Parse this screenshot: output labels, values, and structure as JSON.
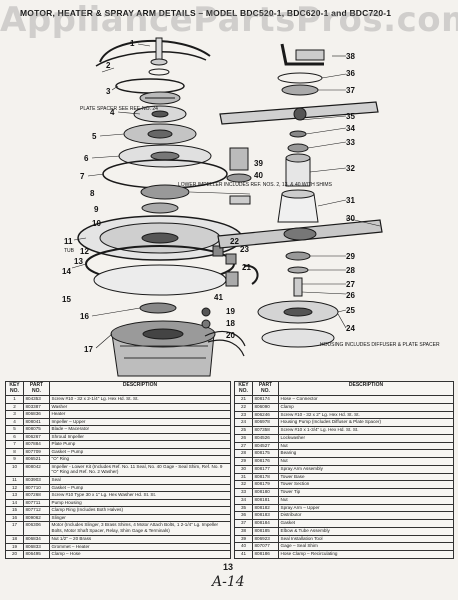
{
  "watermark": "AppliancePartsPros.com",
  "title": "MOTOR, HEATER & SPRAY ARM DETAILS – MODEL BDC520-1, BDC620-1 and BDC720-1",
  "notes": {
    "plate_spacer": "PLATE SPACER SEE REF. NO. 24",
    "lower_impeller": "LOWER IMPELLER INCLUDES REF. NOS. 2, 13, & 40 WITH SHIMS",
    "housing": "HOUSING INCLUDES DIFFUSER & PLATE SPACER",
    "tub": "TUB"
  },
  "callouts": [
    "38",
    "36",
    "37",
    "35",
    "34",
    "33",
    "32",
    "31",
    "30",
    "29",
    "28",
    "27",
    "26",
    "25",
    "24",
    "39",
    "40",
    "22",
    "23",
    "21",
    "41",
    "19",
    "18",
    "20",
    "1",
    "2",
    "3",
    "4",
    "5",
    "6",
    "7",
    "8",
    "9",
    "10",
    "11",
    "12",
    "13",
    "14",
    "15",
    "16",
    "17"
  ],
  "table_headers": {
    "key": "KEY NO.",
    "part": "PART NO.",
    "desc": "DESCRIPTION"
  },
  "left_rows": [
    {
      "key": "1",
      "part": "804353",
      "desc": "Screw #10 - 32 x 2-1/4\" Lg. Hex Hd. St. St."
    },
    {
      "key": "2",
      "part": "803387",
      "desc": "Washer"
    },
    {
      "key": "3",
      "part": "806836",
      "desc": "Heater"
    },
    {
      "key": "4",
      "part": "808041",
      "desc": "Impeller – Upper"
    },
    {
      "key": "5",
      "part": "808075",
      "desc": "Blade – Macerator"
    },
    {
      "key": "6",
      "part": "806267",
      "desc": "Shroud Impeller"
    },
    {
      "key": "7",
      "part": "807884",
      "desc": "Plate Pump"
    },
    {
      "key": "8",
      "part": "807709",
      "desc": "Gasket – Pump"
    },
    {
      "key": "9",
      "part": "806521",
      "desc": "\"O\" Ring"
    },
    {
      "key": "10",
      "part": "808042",
      "desc": "Impeller - Lower Kit (Includes Ref. No. 11 Seal, No. 40 Gage - Seal Shim, Ref. No. 9 \"O\" Ring and Ref. No. 2 Washer)"
    },
    {
      "key": "11",
      "part": "803903",
      "desc": "Seal"
    },
    {
      "key": "12",
      "part": "807710",
      "desc": "Gasket – Pump"
    },
    {
      "key": "13",
      "part": "807268",
      "desc": "Screw #10 Type 30 x 1\" Lg. Hex Washer Hd. St. St."
    },
    {
      "key": "14",
      "part": "807711",
      "desc": "Pump Housing"
    },
    {
      "key": "15",
      "part": "807712",
      "desc": "Clamp Ring (Includes Both Halves)"
    },
    {
      "key": "16",
      "part": "809062",
      "desc": "Slinger"
    },
    {
      "key": "17",
      "part": "806306",
      "desc": "Motor (Includes Slinger, 3 Brass Shims, 4 Motor Attach Bolts, 1 2-1/4\" Lg. Impeller Bolts, Motor Shaft Spacer, Relay, Shim Gage & Terminals)"
    },
    {
      "key": "18",
      "part": "806834",
      "desc": "Nut 1/2\" – 20 Brass"
    },
    {
      "key": "19",
      "part": "806833",
      "desc": "Grommet – Heater"
    },
    {
      "key": "20",
      "part": "806495",
      "desc": "Clamp – Hose"
    }
  ],
  "right_rows": [
    {
      "key": "21",
      "part": "808174",
      "desc": "Hose – Connector"
    },
    {
      "key": "22",
      "part": "806090",
      "desc": "Clamp"
    },
    {
      "key": "23",
      "part": "806246",
      "desc": "Screw #10 - 32 x 2\" Lg. Hex Hd. St. St."
    },
    {
      "key": "24",
      "part": "806978",
      "desc": "Housing Pump (Includes Diffuser & Plate Spacer)"
    },
    {
      "key": "25",
      "part": "807358",
      "desc": "Screw #10 x 1-3/4\" Lg. Hex Hd. St. St."
    },
    {
      "key": "26",
      "part": "804526",
      "desc": "Lockwasher"
    },
    {
      "key": "27",
      "part": "804527",
      "desc": "Nut"
    },
    {
      "key": "28",
      "part": "808175",
      "desc": "Bearing"
    },
    {
      "key": "29",
      "part": "808176",
      "desc": "Nut"
    },
    {
      "key": "30",
      "part": "808177",
      "desc": "Spray Arm Assembly"
    },
    {
      "key": "31",
      "part": "808178",
      "desc": "Tower Base"
    },
    {
      "key": "32",
      "part": "808179",
      "desc": "Tower Section"
    },
    {
      "key": "33",
      "part": "808180",
      "desc": "Tower Tip"
    },
    {
      "key": "34",
      "part": "808181",
      "desc": "Nut"
    },
    {
      "key": "35",
      "part": "808182",
      "desc": "Spray Arm – Upper"
    },
    {
      "key": "36",
      "part": "808183",
      "desc": "Distributor"
    },
    {
      "key": "37",
      "part": "808184",
      "desc": "Gasket"
    },
    {
      "key": "38",
      "part": "808185",
      "desc": "Elbow & Tube Assembly"
    },
    {
      "key": "39",
      "part": "806923",
      "desc": "Seal Installation Tool"
    },
    {
      "key": "40",
      "part": "807077",
      "desc": "Gage – Seal Shim"
    },
    {
      "key": "41",
      "part": "808186",
      "desc": "Hose Clamp – Recirculating"
    }
  ],
  "page_number": "13",
  "handwritten": "A-14"
}
